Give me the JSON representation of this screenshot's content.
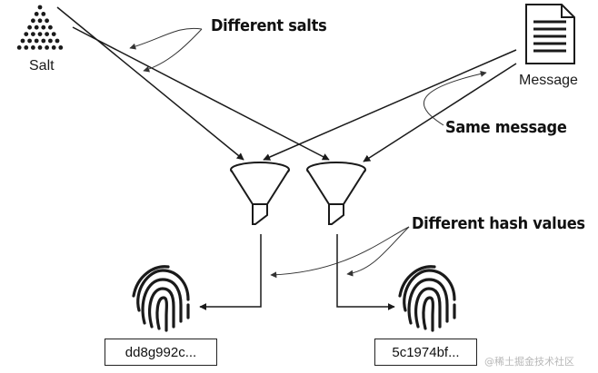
{
  "labels": {
    "salt": "Salt",
    "message": "Message",
    "different_salts": "Different salts",
    "same_message": "Same message",
    "different_hash_values": "Different hash values"
  },
  "hashes": {
    "left": "dd8g992c...",
    "right": "5c1974bf..."
  },
  "watermark": "@稀土掘金技术社区",
  "colors": {
    "stroke": "#1a1a1a",
    "callout_line": "#8a8a8a",
    "background": "#ffffff"
  }
}
